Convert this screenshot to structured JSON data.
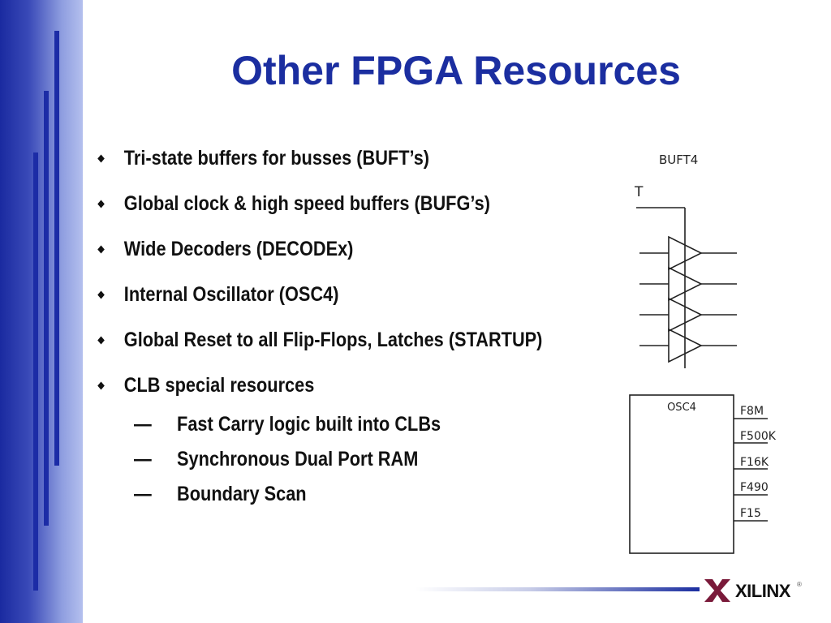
{
  "slide": {
    "title": "Other FPGA Resources",
    "bullets": [
      "Tri-state buffers for busses (BUFT’s)",
      "Global clock & high speed buffers (BUFG’s)",
      "Wide Decoders (DECODEx)",
      "Internal Oscillator (OSC4)",
      "Global Reset to all Flip-Flops, Latches (STARTUP)",
      "CLB special resources"
    ],
    "sub_bullets": [
      "Fast Carry logic built into CLBs",
      "Synchronous Dual Port RAM",
      "Boundary Scan"
    ],
    "sub_dash": "—"
  },
  "buft_diagram": {
    "title": "BUFT4",
    "enable_label": "T"
  },
  "osc_diagram": {
    "title": "OSC4",
    "outputs": [
      "F8M",
      "F500K",
      "F16K",
      "F490",
      "F15"
    ]
  },
  "logo": {
    "text": "XILINX",
    "mark": "®"
  },
  "colors": {
    "title": "#1b2ea0",
    "sidebar": "#1a2aa0",
    "logo_mark": "#7a1a3a"
  }
}
